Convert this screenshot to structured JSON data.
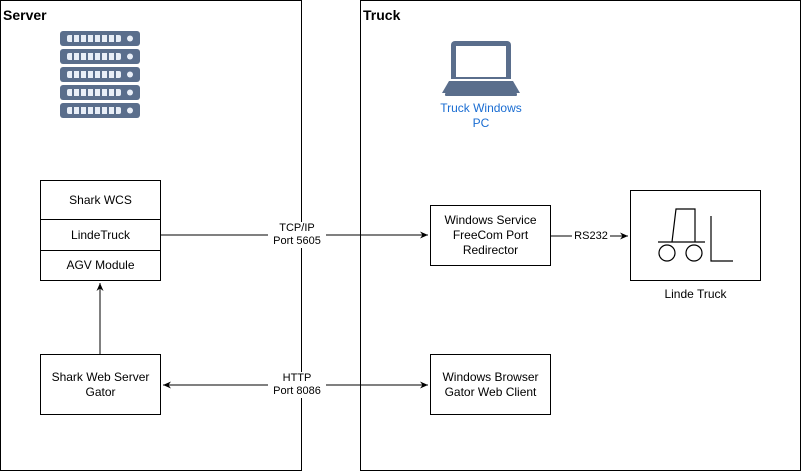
{
  "zones": {
    "server": {
      "title": "Server"
    },
    "truck": {
      "title": "Truck"
    }
  },
  "icons": {
    "server": "server-rack-icon",
    "laptop": "laptop-icon",
    "forklift": "forklift-icon"
  },
  "colors": {
    "accent_text": "#1a6dd2",
    "icon_fill": "#5a6e8c",
    "icon_light": "#e8eef7"
  },
  "nodes": {
    "shark_wcs": "Shark WCS",
    "linde_truck_module": "LindeTruck",
    "agv_module": "AGV Module",
    "shark_web_server": "Shark Web Server\nGator",
    "windows_service": "Windows Service\nFreeCom Port\nRedirector",
    "windows_browser": "Windows Browser\nGator Web Client",
    "truck_pc_label": "Truck Windows\nPC",
    "linde_truck_label": "Linde Truck"
  },
  "edges": {
    "tcp": "TCP/IP\nPort 5605",
    "http": "HTTP\nPort 8086",
    "rs232": "RS232"
  }
}
